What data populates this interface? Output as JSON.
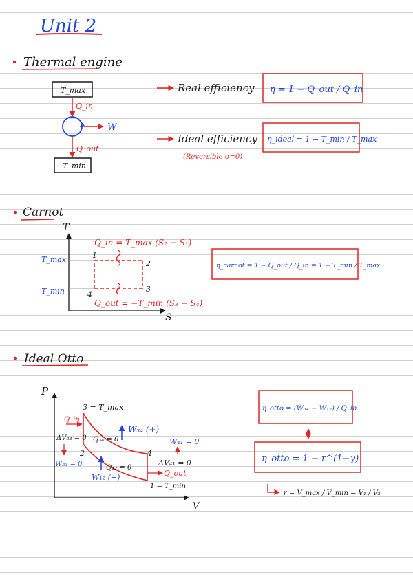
{
  "title": "Unit 2",
  "sections": {
    "thermal": {
      "heading": "Thermal engine",
      "t_max": "T_max",
      "q_in": "Q_in",
      "q_out": "Q_out",
      "work": "W",
      "t_min": "T_min",
      "real_label": "Real efficiency",
      "real_formula": "η = 1 − Q_out / Q_in",
      "ideal_label": "Ideal efficiency",
      "ideal_note": "(Reversible σ=0)",
      "ideal_formula": "η_ideal = 1 − T_min / T_max"
    },
    "carnot": {
      "heading": "Carnot",
      "axis_y": "T",
      "axis_x": "S",
      "t_max": "T_max",
      "t_min": "T_min",
      "q_in": "Q_in = T_max (S₂ − S₁)",
      "q_out": "Q_out = −T_min (S₃ − S₄)",
      "p1": "1",
      "p2": "2",
      "p3": "3",
      "p4": "4",
      "formula": "η_carnot = 1 − Q_out / Q_in = 1 − T_min / T_max"
    },
    "otto": {
      "heading": "Ideal Otto",
      "axis_y": "P",
      "axis_x": "V",
      "p1": "1",
      "p2": "2",
      "p3": "3",
      "p4": "4",
      "t_max_label": "3 = T_max",
      "t_min_label": "1 = T_min",
      "q_in": "Q_in",
      "q_out": "Q_out",
      "dv23": "ΔV₂₃ = 0",
      "w23": "W₂₃ = 0",
      "q34": "Q₃₄ = 0",
      "q12": "Q₁₂ = 0",
      "w34": "W₃₄ (+)",
      "w12": "W₁₂ (−)",
      "w41": "W₄₁ = 0",
      "dv41": "ΔV₄₁ = 0",
      "formula1": "η_otto = (W₃₄ − W₁₂) / Q_in",
      "formula2": "η_otto = 1 − r^(1−γ)",
      "ratio": "r = V_max / V_min = V₁ / V₂"
    }
  },
  "colors": {
    "blue": "#1f47d4",
    "red": "#e02525",
    "black": "#1a1a1a"
  }
}
